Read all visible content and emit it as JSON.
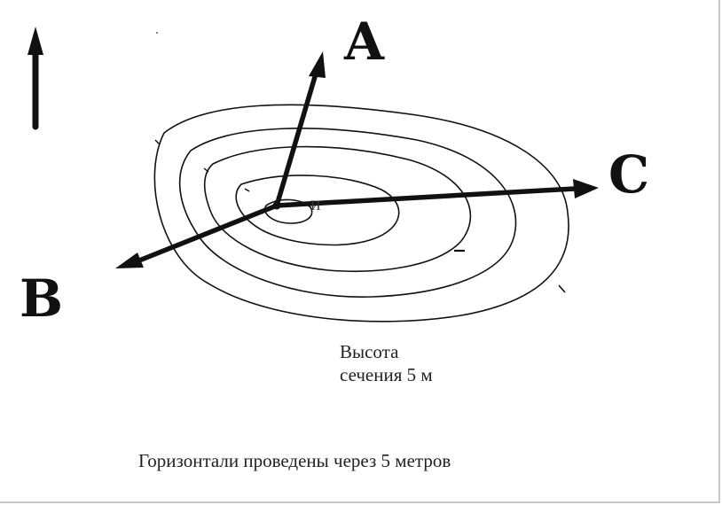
{
  "labels": {
    "a": "A",
    "b": "B",
    "c": "C"
  },
  "summit_label": "И",
  "section_height": {
    "line1": "Высота",
    "line2": "сечения 5 м"
  },
  "footer_note": "Горизонтали проведены через 5 метров",
  "colors": {
    "ink": "#111111",
    "background": "#ffffff"
  },
  "icons": {
    "north_arrow": "north-arrow-icon"
  }
}
